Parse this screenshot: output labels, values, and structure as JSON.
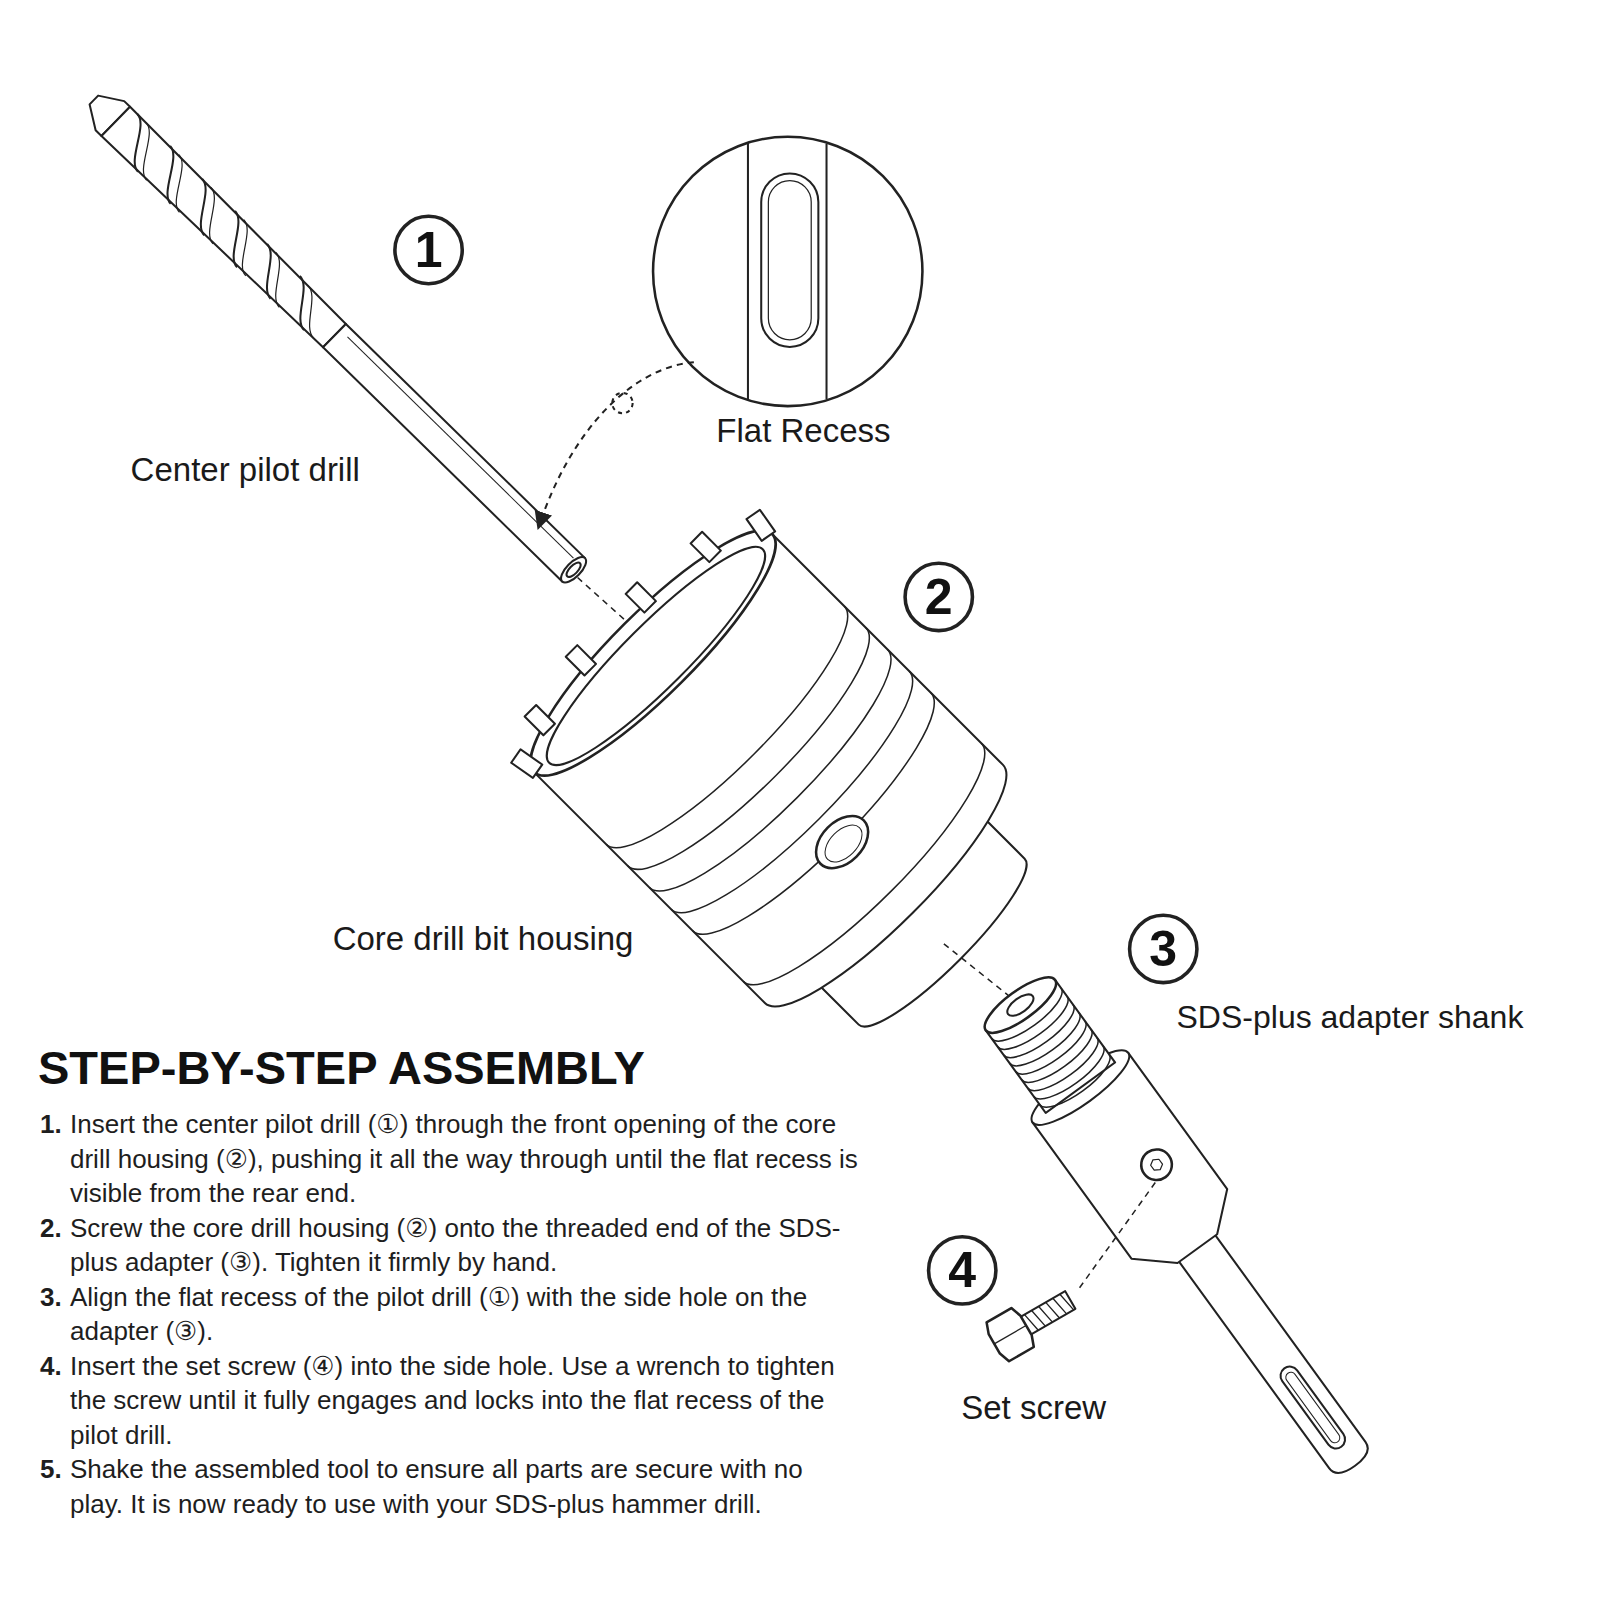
{
  "diagram": {
    "title": "STEP-BY-STEP ASSEMBLY",
    "labels": [
      "1",
      "Center pilot drill",
      "Flat Recess",
      "2",
      "Core drill bit housing",
      "3",
      "SDS-plus adapter shank",
      "4",
      "Set screw",
      "1.",
      "Insert the center pilot drill (①) through the front opening of the core drill housing (②), pushing it all the way through until the flat recess is visible from the rear end.",
      "2.",
      "Screw the core drill housing (②) onto the threaded end of the SDS-plus adapter (③). Tighten it firmly by hand.",
      "3.",
      "Align the flat recess of the pilot drill (①) with the side hole on the adapter (③).",
      "4.",
      "Insert the set screw (④) into the side hole. Use a wrench to tighten the screw until it fully engages and locks into the flat recess of the pilot drill.",
      "5.",
      "Shake the assembled tool to ensure all parts are secure with no play. It is now ready to use with your SDS-plus hammer drill."
    ]
  }
}
